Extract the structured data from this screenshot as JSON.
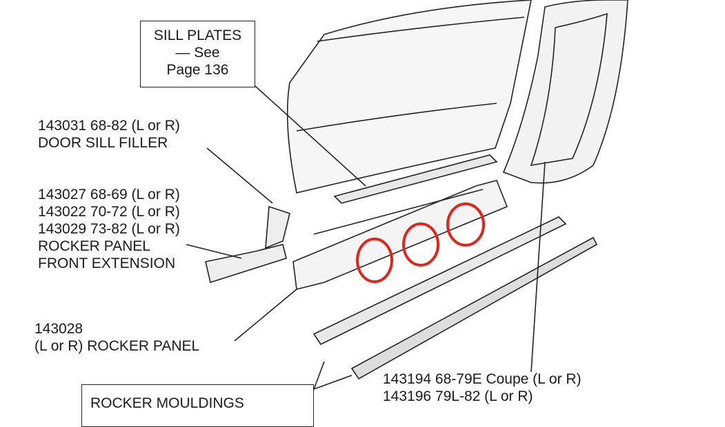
{
  "callouts": {
    "sill_plates": {
      "line1": "SILL PLATES",
      "line2": "— See",
      "line3": "Page 136"
    },
    "door_sill_filler": {
      "line1": "143031  68-82 (L or R)",
      "line2": "DOOR SILL FILLER"
    },
    "front_extension": {
      "line1": "143027  68-69 (L or R)",
      "line2": "143022  70-72 (L or R)",
      "line3": "143029  73-82 (L or R)",
      "line4": "ROCKER PANEL",
      "line5": "FRONT EXTENSION"
    },
    "rocker_panel": {
      "line1": "143028",
      "line2": "(L or R) ROCKER PANEL"
    },
    "mouldings": {
      "line1": "143194  68-79E Coupe (L or R)",
      "line2": "143196  79L-82 (L or R)"
    },
    "rocker_mouldings_box": {
      "line1": "ROCKER MOULDINGS"
    }
  },
  "colors": {
    "highlight_circles": "#e0261b",
    "line_art": "#222222"
  },
  "highlights": {
    "count": 3
  }
}
